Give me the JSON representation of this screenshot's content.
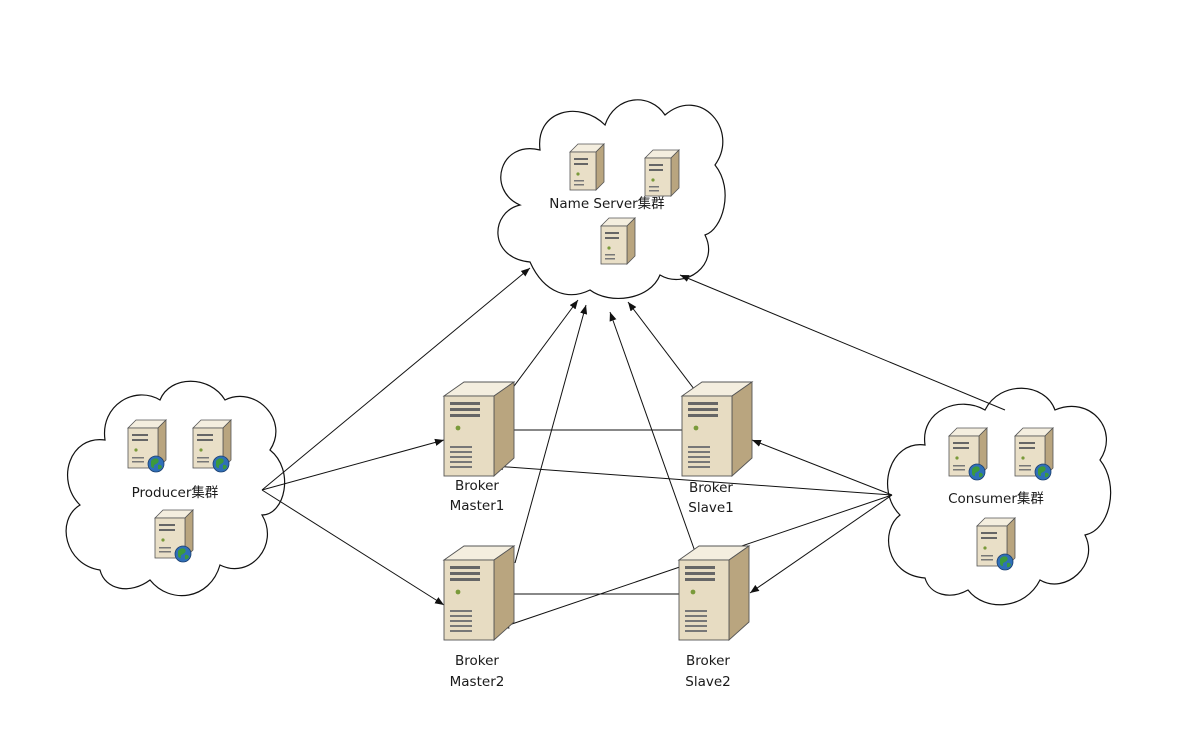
{
  "nodes": {
    "name_server": {
      "label": "Name Server集群"
    },
    "producer": {
      "label": "Producer集群"
    },
    "consumer": {
      "label": "Consumer集群"
    },
    "master1": {
      "line1": "Broker",
      "line2": "Master1"
    },
    "master2": {
      "line1": "Broker",
      "line2": "Master2"
    },
    "slave1": {
      "line1": "Broker",
      "line2": "Slave1"
    },
    "slave2": {
      "line1": "Broker",
      "line2": "Slave2"
    }
  },
  "edges": [
    {
      "from": "producer",
      "to": "name_server"
    },
    {
      "from": "producer",
      "to": "master1"
    },
    {
      "from": "producer",
      "to": "master2"
    },
    {
      "from": "master1",
      "to": "name_server"
    },
    {
      "from": "master2",
      "to": "name_server"
    },
    {
      "from": "slave1",
      "to": "name_server"
    },
    {
      "from": "slave2",
      "to": "name_server"
    },
    {
      "from": "consumer",
      "to": "name_server"
    },
    {
      "from": "consumer",
      "to": "master1"
    },
    {
      "from": "consumer",
      "to": "master2"
    },
    {
      "from": "consumer",
      "to": "slave1"
    },
    {
      "from": "consumer",
      "to": "slave2"
    },
    {
      "from": "master1",
      "to": "slave1"
    },
    {
      "from": "master2",
      "to": "slave2"
    }
  ],
  "colors": {
    "line": "#111111",
    "server_front": "#e7dcc2",
    "server_side": "#c2ae86",
    "server_top": "#f4eedf",
    "globe_blue": "#2f6fb8",
    "globe_green": "#3c9a3c"
  },
  "icons": {
    "broker": "server-tower-icon",
    "name_server": "server-icon",
    "client": "server-globe-icon"
  }
}
